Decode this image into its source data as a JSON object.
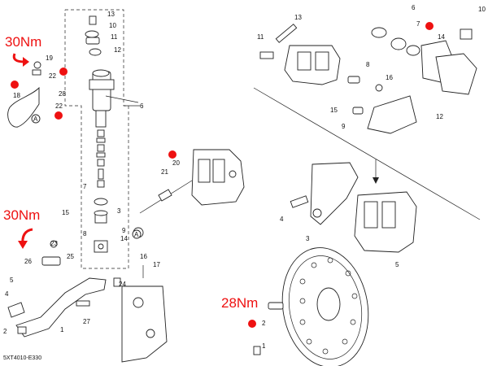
{
  "diagram": {
    "drawing_code": "5XT4010-E330",
    "torque_labels": [
      "30Nm",
      "30Nm",
      "28Nm"
    ],
    "master_cylinder_callouts": [
      "13",
      "10",
      "11",
      "12",
      "19",
      "22",
      "18",
      "28",
      "22",
      "6",
      "20",
      "21",
      "7",
      "15",
      "8",
      "23",
      "26",
      "25",
      "14",
      "16",
      "17",
      "5",
      "24",
      "2",
      "27",
      "3",
      "1",
      "4",
      "9"
    ],
    "caliper_callouts": [
      "13",
      "6",
      "11",
      "7",
      "10",
      "14",
      "8",
      "16",
      "15",
      "9",
      "12",
      "4",
      "3",
      "5"
    ],
    "disc_callouts": [
      "2",
      "1"
    ],
    "reference_markers": [
      "A",
      "A"
    ],
    "accent_color": "#e11111"
  }
}
